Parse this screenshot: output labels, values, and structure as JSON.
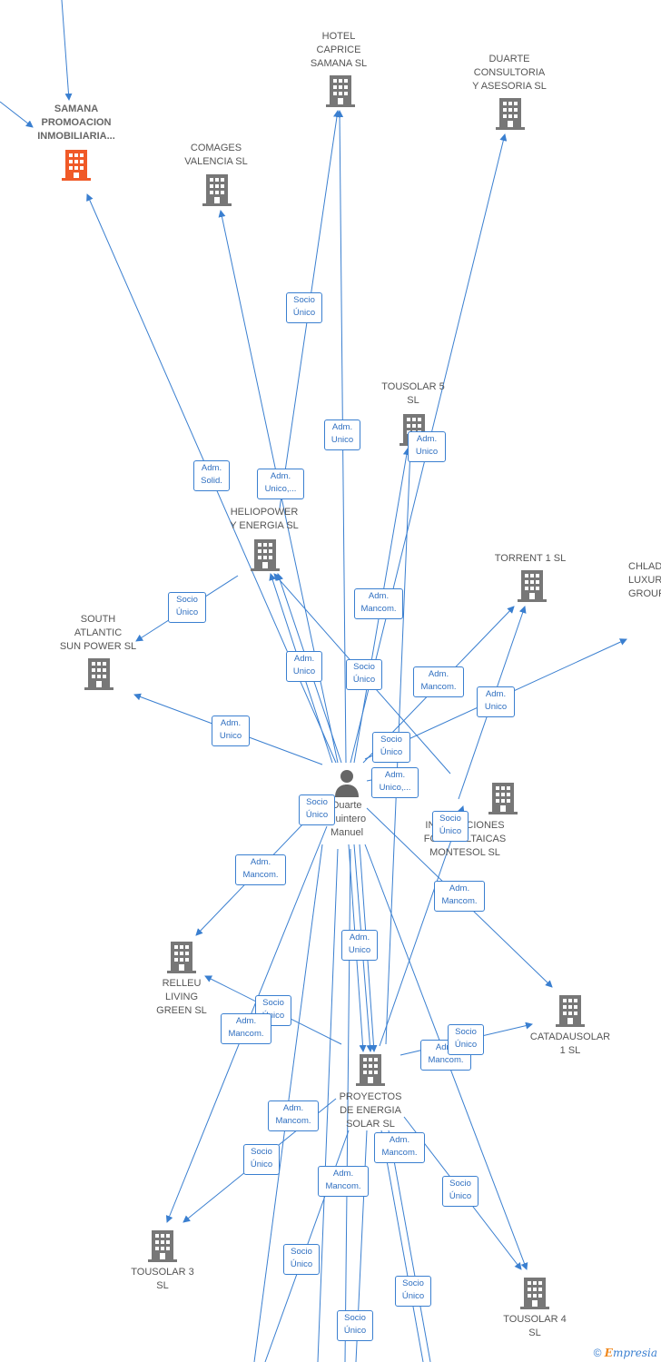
{
  "center": {
    "name": "Duarte\nQuintero\nManuel"
  },
  "companies": [
    {
      "id": "samana",
      "label": "SAMANA\nPROMOACION\nINMOBILIARIA...",
      "focus": true
    },
    {
      "id": "caprice",
      "label": "HOTEL\nCAPRICE\nSAMANA  SL"
    },
    {
      "id": "duarte_consultoria",
      "label": "DUARTE\nCONSULTORIA\nY ASESORIA SL"
    },
    {
      "id": "comages",
      "label": "COMAGES\nVALENCIA SL"
    },
    {
      "id": "tousolar5",
      "label": "TOUSOLAR 5\nSL"
    },
    {
      "id": "heliopower",
      "label": "HELIOPOWER\nY ENERGIA  SL"
    },
    {
      "id": "torrent1",
      "label": "TORRENT 1  SL"
    },
    {
      "id": "chlad",
      "label": "CHLAD\nLUXUR\nGROUP"
    },
    {
      "id": "south_atlantic",
      "label": "SOUTH\nATLANTIC\nSUN POWER  SL"
    },
    {
      "id": "montesol",
      "label": "INSTALACIONES\nFOTOVOLTAICAS\nMONTESOL  SL"
    },
    {
      "id": "relleu",
      "label": "RELLEU\nLIVING\nGREEN  SL"
    },
    {
      "id": "catadausolar",
      "label": "CATADAUSOLAR\n1  SL"
    },
    {
      "id": "proyectos",
      "label": "PROYECTOS\nDE ENERGIA\nSOLAR  SL"
    },
    {
      "id": "tousolar3",
      "label": "TOUSOLAR 3\nSL"
    },
    {
      "id": "tousolar4",
      "label": "TOUSOLAR 4\nSL"
    }
  ],
  "badges": [
    "Socio\nÚnico",
    "Adm.\nUnico",
    "Adm.\nUnico",
    "Adm.\nSolid.",
    "Adm.\nUnico,...",
    "Socio\nÚnico",
    "Adm.\nMancom.",
    "Adm.\nUnico",
    "Socio\nÚnico",
    "Adm.\nMancom.",
    "Adm.\nUnico",
    "Adm.\nUnico",
    "Socio\nÚnico",
    "Adm.\nUnico,...",
    "Socio\nÚnico",
    "Socio\nÚnico",
    "Adm.\nMancom.",
    "Adm.\nMancom.",
    "Adm.\nUnico",
    "Socio\nÚnico",
    "Adm.\nMancom.",
    "Adm.\nMancom.",
    "Socio\nÚnico",
    "Adm.\nMancom.",
    "Socio\nÚnico",
    "Adm.\nMancom.",
    "Adm.\nMancom.",
    "Socio\nÚnico",
    "Socio\nÚnico",
    "Socio\nÚnico",
    "Socio\nÚnico"
  ],
  "footer": {
    "copyright": "©",
    "brand_initial": "E",
    "brand_rest": "mpresia"
  },
  "colors": {
    "edge": "#3a7fd0",
    "building": "#777777",
    "focus_building": "#f05a28",
    "person": "#666666"
  }
}
